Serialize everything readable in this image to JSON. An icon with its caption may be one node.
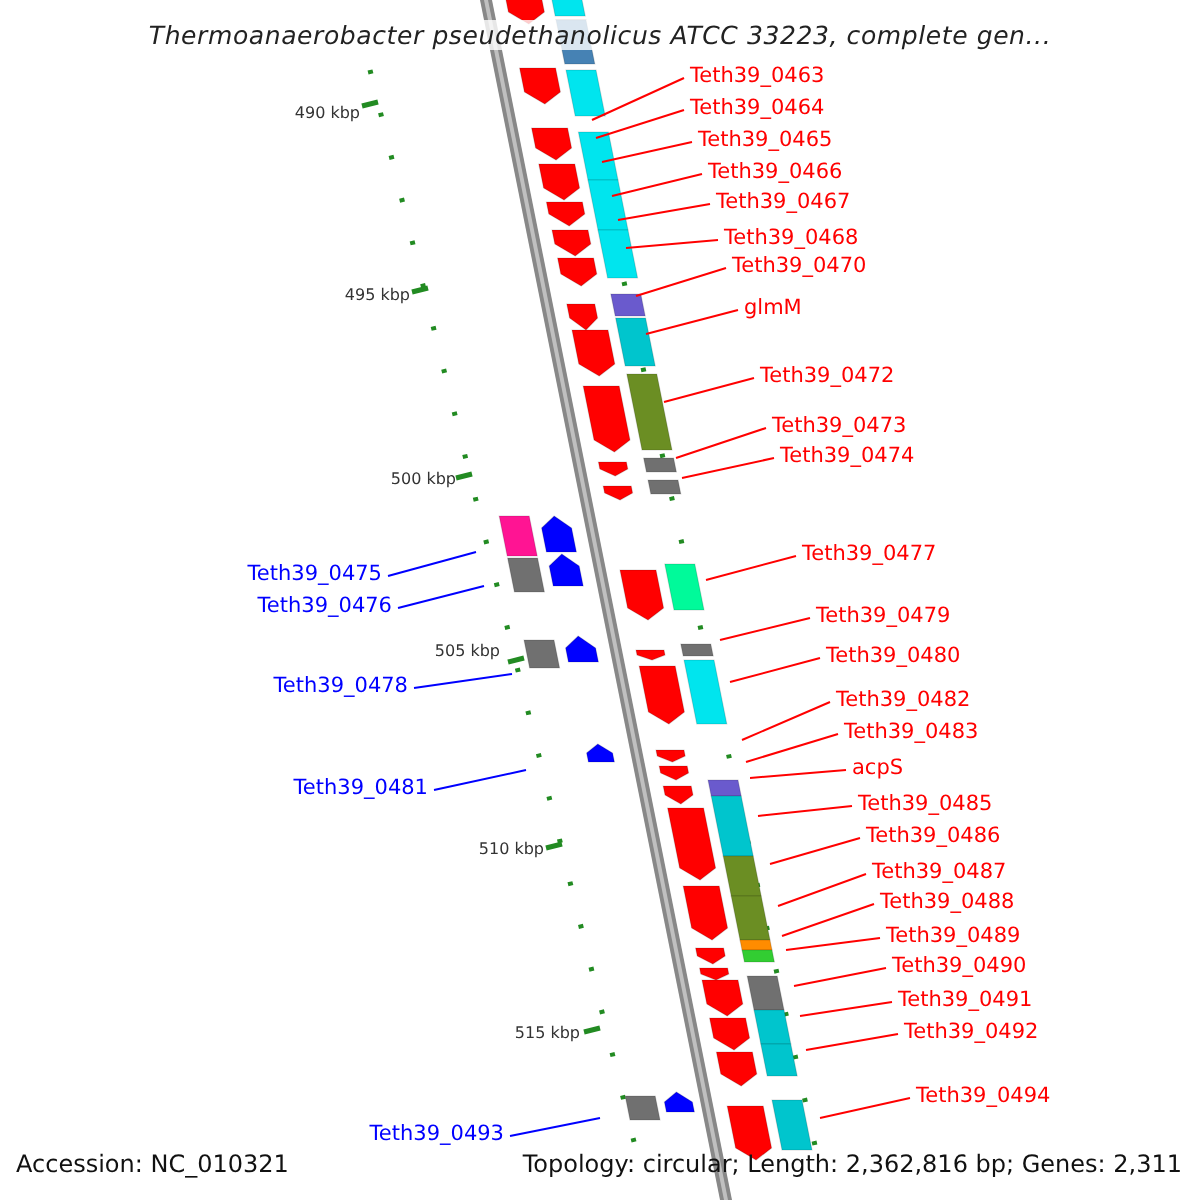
{
  "diagram": {
    "title": "Thermoanaerobacter pseudethanolicus ATCC 33223, complete gen...",
    "nodes": [
      {
        "text": [
          "Teth39_0463"
        ]
      },
      {
        "text": [
          "Teth39_0464"
        ]
      },
      {
        "text": [
          "Teth39_0465"
        ]
      },
      {
        "text": [
          "Teth39_0466"
        ]
      },
      {
        "text": [
          "Teth39_0467"
        ]
      },
      {
        "text": [
          "Teth39_0468"
        ]
      },
      {
        "text": [
          "Teth39_0470"
        ]
      },
      {
        "text": [
          "glmM"
        ]
      },
      {
        "text": [
          "Teth39_0472"
        ]
      },
      {
        "text": [
          "Teth39_0473"
        ]
      },
      {
        "text": [
          "Teth39_0474"
        ]
      },
      {
        "text": [
          "Teth39_0475"
        ]
      },
      {
        "text": [
          "Teth39_0476"
        ]
      },
      {
        "text": [
          "Teth39_0477"
        ]
      },
      {
        "text": [
          "Teth39_0478"
        ]
      },
      {
        "text": [
          "Teth39_0479"
        ]
      },
      {
        "text": [
          "Teth39_0480"
        ]
      },
      {
        "text": [
          "Teth39_0481"
        ]
      },
      {
        "text": [
          "Teth39_0482"
        ]
      },
      {
        "text": [
          "Teth39_0483"
        ]
      },
      {
        "text": [
          "acpS"
        ]
      },
      {
        "text": [
          "Teth39_0485"
        ]
      },
      {
        "text": [
          "Teth39_0486"
        ]
      },
      {
        "text": [
          "Teth39_0487"
        ]
      },
      {
        "text": [
          "Teth39_0488"
        ]
      },
      {
        "text": [
          "Teth39_0489"
        ]
      },
      {
        "text": [
          "Teth39_0490"
        ]
      },
      {
        "text": [
          "Teth39_0491"
        ]
      },
      {
        "text": [
          "Teth39_0492"
        ]
      },
      {
        "text": [
          "Teth39_0493"
        ]
      },
      {
        "text": [
          "Teth39_0494"
        ]
      }
    ],
    "edges": [
      {
        "from": 0,
        "to": null,
        "arrow": "none"
      },
      {
        "from": 1,
        "to": null,
        "arrow": "none"
      },
      {
        "from": 2,
        "to": null,
        "arrow": "none"
      },
      {
        "from": 3,
        "to": null,
        "arrow": "none"
      },
      {
        "from": 4,
        "to": null,
        "arrow": "none"
      },
      {
        "from": 5,
        "to": null,
        "arrow": "none"
      },
      {
        "from": 6,
        "to": null,
        "arrow": "none"
      },
      {
        "from": 7,
        "to": null,
        "arrow": "none"
      },
      {
        "from": 8,
        "to": null,
        "arrow": "none"
      },
      {
        "from": 9,
        "to": null,
        "arrow": "none"
      },
      {
        "from": 10,
        "to": null,
        "arrow": "none"
      },
      {
        "from": 11,
        "to": null,
        "arrow": "none",
        "color": "#0000ff"
      },
      {
        "from": 12,
        "to": null,
        "arrow": "none",
        "color": "#0000ff"
      },
      {
        "from": 13,
        "to": null,
        "arrow": "none"
      },
      {
        "from": 14,
        "to": null,
        "arrow": "none",
        "color": "#0000ff"
      },
      {
        "from": 15,
        "to": null,
        "arrow": "none"
      },
      {
        "from": 16,
        "to": null,
        "arrow": "none"
      },
      {
        "from": 17,
        "to": null,
        "arrow": "none",
        "color": "#0000ff"
      },
      {
        "from": 18,
        "to": null,
        "arrow": "none"
      },
      {
        "from": 19,
        "to": null,
        "arrow": "none"
      },
      {
        "from": 20,
        "to": null,
        "arrow": "none"
      },
      {
        "from": 21,
        "to": null,
        "arrow": "none"
      },
      {
        "from": 22,
        "to": null,
        "arrow": "none"
      },
      {
        "from": 23,
        "to": null,
        "arrow": "none"
      },
      {
        "from": 24,
        "to": null,
        "arrow": "none"
      },
      {
        "from": 25,
        "to": null,
        "arrow": "none"
      },
      {
        "from": 26,
        "to": null,
        "arrow": "none"
      },
      {
        "from": 27,
        "to": null,
        "arrow": "none"
      },
      {
        "from": 28,
        "to": null,
        "arrow": "none"
      },
      {
        "from": 29,
        "to": null,
        "arrow": "none",
        "color": "#0000ff"
      },
      {
        "from": 30,
        "to": null,
        "arrow": "none"
      }
    ],
    "labels": [
      "490 kbp",
      "495 kbp",
      "500 kbp",
      "505 kbp",
      "510 kbp",
      "515 kbp",
      "Accession: NC_010321",
      "Topology: circular; Length: 2,362,816 bp; Genes: 2,311"
    ]
  }
}
